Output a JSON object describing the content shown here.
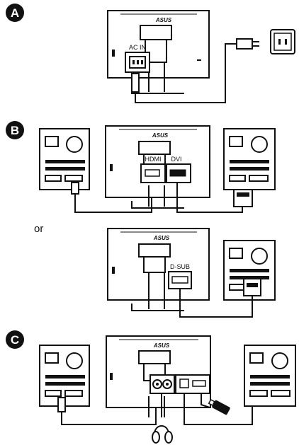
{
  "steps": [
    {
      "letter": "A"
    },
    {
      "letter": "B"
    },
    {
      "letter": "C"
    }
  ],
  "monitor": {
    "brand": "ASUS"
  },
  "ports": {
    "ac_in": "AC IN",
    "hdmi": "HDMI",
    "dvi": "DVI",
    "dsub": "D-SUB"
  },
  "connector_word": "or",
  "colors": {
    "line": "#111111",
    "badge": "#111111",
    "fill": "#ffffff"
  }
}
